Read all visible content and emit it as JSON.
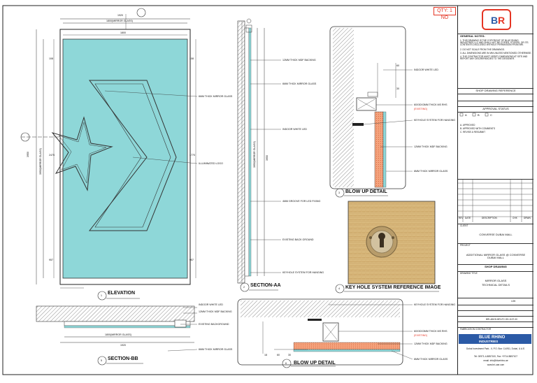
{
  "qty_badge": "QTY: 1 NO",
  "titleblock": {
    "general_notes_title": "GENERAL NOTES:",
    "general_notes": [
      "1. THIS DRAWING IS THE COPYRIGHT OF BLUE RHINO INDUSTRIES LLC AND SHALL NOT BE COPIED, STORED, OR ITS CONTENTS DISCLOSED WITHOUT PERMISSION FROM BRI.",
      "2. DO NOT SCALE FROM THE DRAWINGS.",
      "3. ALL DIMENSIONS ARE IN MM UNLESS MENTIONED OTHERWISE.",
      "4. THE CONTRACTOR MUST VERIFY DIMENSIONS AT SITE AND REPORT ANY DISCREPANCIES TO THE DESIGNER."
    ],
    "shop_drawing_reference": "SHOP DRAWING REFERENCE",
    "approval_status": "APPROVAL STATUS",
    "approval_options": [
      "A",
      "B",
      "C"
    ],
    "approval_notes": [
      "A. APPROVED",
      "B. APPROVED WITH COMMENTS",
      "C. REVISE & RESUBMIT"
    ],
    "rev_headers": [
      "REV",
      "DATE",
      "DESCRIPTION",
      "CHK",
      "DRWN"
    ],
    "client_label": "CLIENT",
    "client_name": "CONVERSE DUBAI MALL",
    "project_label": "PROJECT",
    "project_name": "ADDITIONAL MIRROR GLASS @ CONVERSE DUBAI MALL",
    "shop_drawing": "SHOP DRAWING",
    "drawing_title_label": "DRAWING TITLE",
    "drawing_title_1": "MIRROR GLASS",
    "drawing_title_2": "TECHNICAL DETAILS",
    "drawing_no": "BRI-ABCD-BRI-FC-SD-1107-00",
    "scale": "1/25",
    "fabrication_contractor": "FABRICATION CONTRACTOR",
    "company_name": "BLUE RHINO",
    "company_sub": "INDUSTRIES",
    "company_address": "Dubai Investment Park - II, P.O. Box: 114911, Dubai, U.A.E.",
    "company_contact": "Tel: 00971-4-8857100, Fax: +9714 8857107",
    "company_email": "email: info@bluerhino.ae",
    "company_web": "www.bri-uae.com"
  },
  "elevation": {
    "caption": "ELEVATION",
    "caption_num": "1",
    "dim_top_outer": "1920",
    "dim_top_inner": "1800(MIRROR GLASS)",
    "dim_top_small": "1800",
    "dim_left_outer": "3950",
    "dim_left_inner": "3950(MIRROR GLASS)",
    "side_dims": [
      "108",
      "2475",
      "957"
    ],
    "right_dims": [
      "108",
      "1770",
      "957"
    ],
    "labels": [
      "6MM THICK MIRROR GLASS",
      "ILLUMINATED LOGO"
    ]
  },
  "section_aa": {
    "caption": "SECTION-AA",
    "caption_num": "2",
    "dim_outer": "3950",
    "dim_inner": "3950(MIRROR GLASS)",
    "labels": [
      "12MM THICK MDF BACKING",
      "6MM THICK MIRROR GLASS",
      "INDOOR WHITE LED",
      "4MM GROOVE FOR LED FIXING",
      "EXISTING BACK GROUND",
      "KEYHOLE SYSTEM FOR HANGING"
    ]
  },
  "blowup1": {
    "caption": "BLOW UP DETAIL",
    "caption_num": "3",
    "dims": [
      "60",
      "30"
    ],
    "labels": [
      "INDOOR WHITE LED",
      "60X30X3MM THICK MS RHS",
      "(EXISTING)",
      "KEYHOLE SYSTEM FOR HANGING",
      "12MM THICK MDF BACKING",
      "6MM THICK MIRROR GLASS"
    ]
  },
  "keyhole": {
    "caption": "KEY HOLE SYSTEM REFERENCE IMAGE",
    "caption_num": "4"
  },
  "section_bb": {
    "caption": "SECTION-BB",
    "caption_num": "5",
    "dim_inner": "1800(MIRROR GLASS)",
    "dim_outer": "1920",
    "labels": [
      "INDOOR WHITE LED",
      "12MM THICK MDF BACKING",
      "EXISTING BACKGROUND",
      "6MM THICK MIRROR GLASS"
    ]
  },
  "blowup2": {
    "caption": "BLOW UP DETAIL",
    "caption_num": "6",
    "dims": [
      "60",
      "30",
      "18"
    ],
    "labels": [
      "KEYHOLE SYSTEM FOR HANGING",
      "60X30X3MM THICK MS RHS",
      "(EXISTING)",
      "12MM THICK MDF BACKING",
      "6MM THICK MIRROR GLASS"
    ]
  },
  "colors": {
    "glass": "#8ed7d8",
    "red": "#e53524",
    "blue": "#2b5aa6",
    "line": "#222222"
  }
}
